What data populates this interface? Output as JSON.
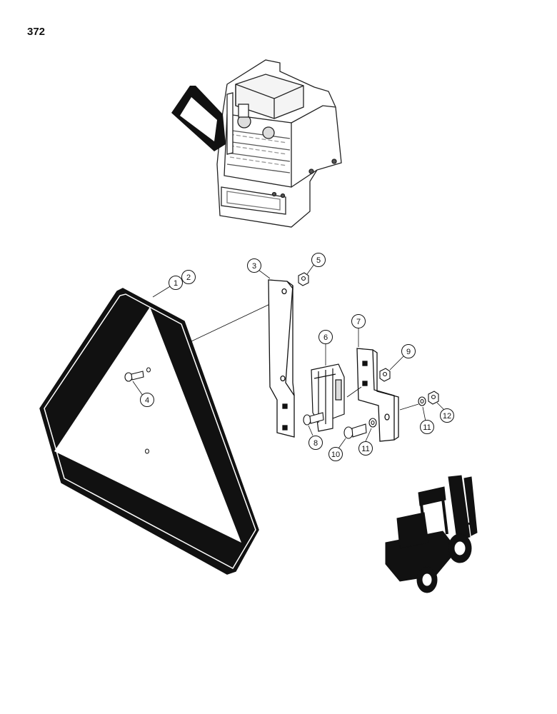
{
  "page": {
    "number": "372"
  },
  "callouts": [
    {
      "id": "c1",
      "label": "1"
    },
    {
      "id": "c2",
      "label": "2"
    },
    {
      "id": "c3",
      "label": "3"
    },
    {
      "id": "c4",
      "label": "4"
    },
    {
      "id": "c5",
      "label": "5"
    },
    {
      "id": "c6",
      "label": "6"
    },
    {
      "id": "c7",
      "label": "7"
    },
    {
      "id": "c8",
      "label": "8"
    },
    {
      "id": "c9",
      "label": "9"
    },
    {
      "id": "c10",
      "label": "10"
    },
    {
      "id": "c11a",
      "label": "11"
    },
    {
      "id": "c11b",
      "label": "11"
    },
    {
      "id": "c12",
      "label": "12"
    }
  ]
}
